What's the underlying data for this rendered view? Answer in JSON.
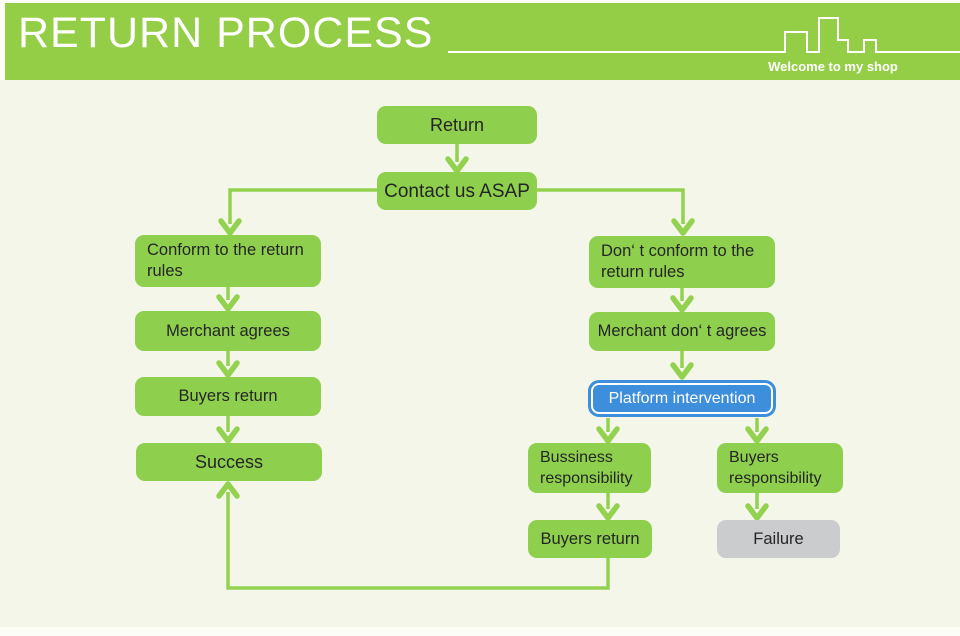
{
  "header": {
    "title": "RETURN PROCESS",
    "tagline": "Welcome to my shop"
  },
  "nodes": {
    "return": {
      "label": "Return"
    },
    "contact": {
      "label": "Contact us ASAP"
    },
    "conform": {
      "label": "Conform to the return rules"
    },
    "merchant_agrees": {
      "label": "Merchant agrees"
    },
    "buyers_return_left": {
      "label": "Buyers return"
    },
    "success": {
      "label": "Success"
    },
    "dont_conform": {
      "label": "Don‘ t conform to the return rules"
    },
    "merchant_dont_agrees": {
      "label": "Merchant don‘ t agrees"
    },
    "platform": {
      "label": "Platform intervention"
    },
    "business_resp": {
      "label": "Bussiness responsibility"
    },
    "buyers_resp": {
      "label": "Buyers responsibility"
    },
    "buyers_return_bottom": {
      "label": "Buyers return"
    },
    "failure": {
      "label": "Failure"
    }
  },
  "edges": [
    {
      "from": "Return",
      "to": "Contact us ASAP"
    },
    {
      "from": "Contact us ASAP",
      "to": "Conform to the return rules"
    },
    {
      "from": "Contact us ASAP",
      "to": "Don‘ t conform to the return rules"
    },
    {
      "from": "Conform to the return rules",
      "to": "Merchant agrees"
    },
    {
      "from": "Merchant agrees",
      "to": "Buyers return"
    },
    {
      "from": "Buyers return",
      "to": "Success"
    },
    {
      "from": "Don‘ t conform to the return rules",
      "to": "Merchant don‘ t agrees"
    },
    {
      "from": "Merchant don‘ t agrees",
      "to": "Platform intervention"
    },
    {
      "from": "Platform intervention",
      "to": "Bussiness responsibility"
    },
    {
      "from": "Platform intervention",
      "to": "Buyers responsibility"
    },
    {
      "from": "Bussiness responsibility",
      "to": "Buyers return"
    },
    {
      "from": "Buyers responsibility",
      "to": "Failure"
    },
    {
      "from": "Buyers return (bottom)",
      "to": "Success"
    }
  ],
  "colors": {
    "header_green": "#94ce46",
    "box_green": "#8ed04d",
    "connector_green": "#92d24f",
    "background_cream": "#f4f6e9",
    "highlight_blue": "#3d8edb",
    "failure_gray": "#cbcccd",
    "text_dark": "#252525",
    "text_white": "#ffffff"
  }
}
